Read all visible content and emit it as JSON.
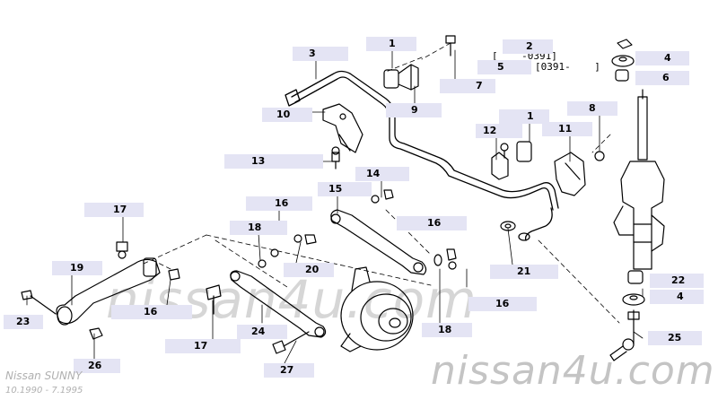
{
  "watermarks": {
    "center": "nissan4u.com",
    "bottom_right": "nissan4u.com"
  },
  "model": {
    "title": "Nissan SUNNY",
    "dates": "10.1990 - 7.1995"
  },
  "notes": {
    "range_before": "[    -0391]",
    "range_after": "[0391-    ]"
  },
  "callouts": [
    {
      "id": "c1a",
      "number": "1"
    },
    {
      "id": "c1b",
      "number": "1"
    },
    {
      "id": "c2",
      "number": "2"
    },
    {
      "id": "c3",
      "number": "3"
    },
    {
      "id": "c4a",
      "number": "4"
    },
    {
      "id": "c4b",
      "number": "4"
    },
    {
      "id": "c5",
      "number": "5"
    },
    {
      "id": "c6",
      "number": "6"
    },
    {
      "id": "c7",
      "number": "7"
    },
    {
      "id": "c8",
      "number": "8"
    },
    {
      "id": "c9",
      "number": "9"
    },
    {
      "id": "c10",
      "number": "10"
    },
    {
      "id": "c11",
      "number": "11"
    },
    {
      "id": "c12",
      "number": "12"
    },
    {
      "id": "c13",
      "number": "13"
    },
    {
      "id": "c14",
      "number": "14"
    },
    {
      "id": "c15",
      "number": "15"
    },
    {
      "id": "c16a",
      "number": "16"
    },
    {
      "id": "c16b",
      "number": "16"
    },
    {
      "id": "c16c",
      "number": "16"
    },
    {
      "id": "c16d",
      "number": "16"
    },
    {
      "id": "c17a",
      "number": "17"
    },
    {
      "id": "c17b",
      "number": "17"
    },
    {
      "id": "c18a",
      "number": "18"
    },
    {
      "id": "c18b",
      "number": "18"
    },
    {
      "id": "c19",
      "number": "19"
    },
    {
      "id": "c20",
      "number": "20"
    },
    {
      "id": "c21",
      "number": "21"
    },
    {
      "id": "c22",
      "number": "22"
    },
    {
      "id": "c23",
      "number": "23"
    },
    {
      "id": "c24",
      "number": "24"
    },
    {
      "id": "c25",
      "number": "25"
    },
    {
      "id": "c26",
      "number": "26"
    },
    {
      "id": "c27",
      "number": "27"
    }
  ]
}
